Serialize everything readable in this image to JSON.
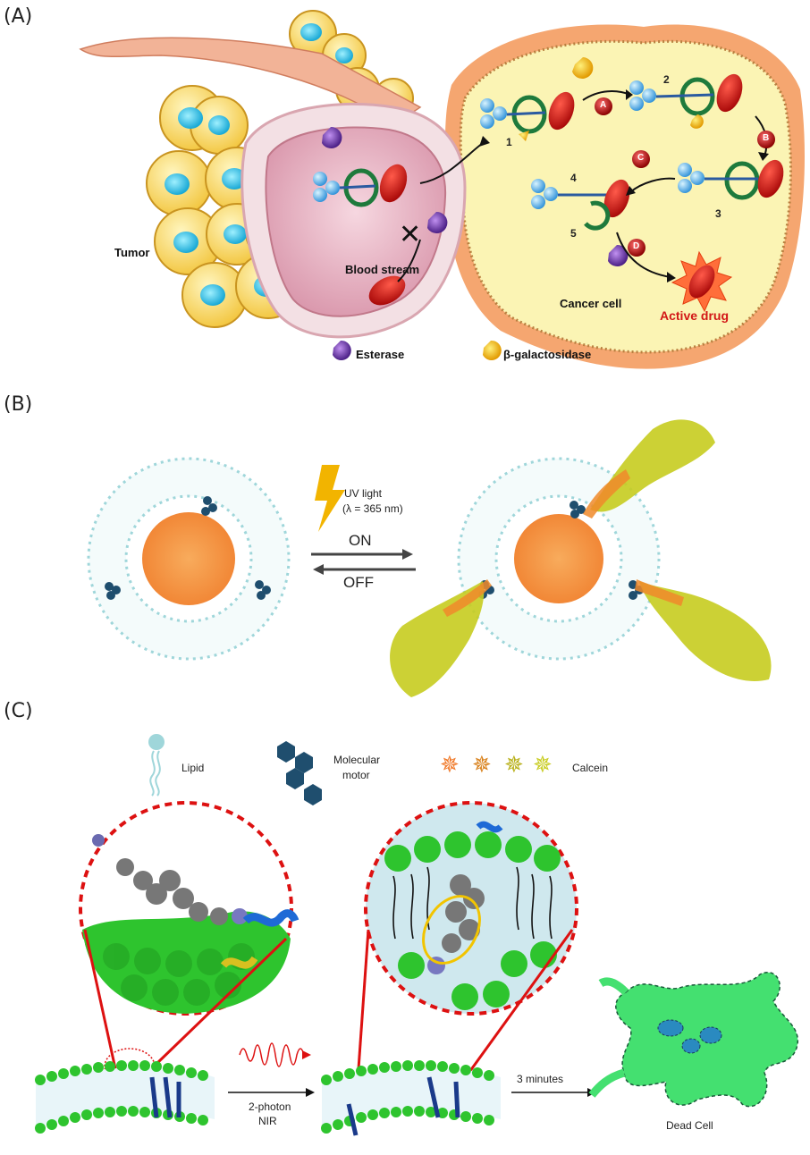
{
  "panels": {
    "a": {
      "letter": "(A)",
      "tumor": "Tumor",
      "blood_stream": "Blood stream",
      "cancer_cell": "Cancer cell",
      "active_drug": "Active drug",
      "step_numbers": [
        "1",
        "2",
        "3",
        "4",
        "5"
      ],
      "step_letters": [
        "A",
        "B",
        "C",
        "D"
      ],
      "legend_esterase": "Esterase",
      "legend_galactosidase": "β-galactosidase",
      "colors": {
        "esterase": "#6a3aa0",
        "galactosidase": "#f2b400",
        "drug": "#d01010",
        "cell": "#fbf4b4"
      }
    },
    "b": {
      "letter": "(B)",
      "uv_label": "UV light",
      "uv_wavelength": "(λ = 365 nm)",
      "on": "ON",
      "off": "OFF",
      "colors": {
        "core": "#f08a2a",
        "lipid": "#8fd0d6",
        "motor": "#1f4e6e",
        "calcein": "#c8cc20"
      }
    },
    "c": {
      "letter": "(C)",
      "legend_lipid": "Lipid",
      "legend_motor_line1": "Molecular",
      "legend_motor_line2": "motor",
      "legend_calcein": "Calcein",
      "photon_line1": "2-photon",
      "photon_line2": "NIR",
      "time": "3 minutes",
      "dead_cell": "Dead Cell",
      "colors": {
        "membrane": "#2ec42e",
        "zoom_ring": "#dd1111",
        "dead_cell": "#44e070"
      }
    }
  }
}
